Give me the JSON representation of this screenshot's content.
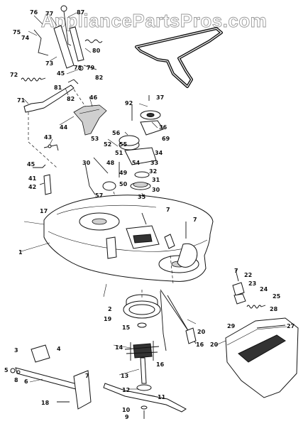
{
  "watermark": "AppliancePartsPros.com",
  "callouts": [
    {
      "id": "c76",
      "text": "76"
    },
    {
      "id": "c77",
      "text": "77"
    },
    {
      "id": "c87",
      "text": "87"
    },
    {
      "id": "c75",
      "text": "75"
    },
    {
      "id": "c74",
      "text": "74"
    },
    {
      "id": "c73",
      "text": "73"
    },
    {
      "id": "c80",
      "text": "80"
    },
    {
      "id": "c78",
      "text": "78"
    },
    {
      "id": "c79",
      "text": "79"
    },
    {
      "id": "c82a",
      "text": "82"
    },
    {
      "id": "c72",
      "text": "72"
    },
    {
      "id": "c45a",
      "text": "45"
    },
    {
      "id": "c81",
      "text": "81"
    },
    {
      "id": "c82b",
      "text": "82"
    },
    {
      "id": "c71",
      "text": "71"
    },
    {
      "id": "c46",
      "text": "46"
    },
    {
      "id": "c92",
      "text": "92"
    },
    {
      "id": "c37",
      "text": "37"
    },
    {
      "id": "c44",
      "text": "44"
    },
    {
      "id": "c36",
      "text": "36"
    },
    {
      "id": "c56",
      "text": "56"
    },
    {
      "id": "c69",
      "text": "69"
    },
    {
      "id": "c43",
      "text": "43"
    },
    {
      "id": "c53",
      "text": "53"
    },
    {
      "id": "c52",
      "text": "52"
    },
    {
      "id": "c55",
      "text": "55"
    },
    {
      "id": "c51",
      "text": "51"
    },
    {
      "id": "c34",
      "text": "34"
    },
    {
      "id": "c54",
      "text": "54"
    },
    {
      "id": "c33",
      "text": "33"
    },
    {
      "id": "c45b",
      "text": "45"
    },
    {
      "id": "c30a",
      "text": "30"
    },
    {
      "id": "c48",
      "text": "48"
    },
    {
      "id": "c32",
      "text": "32"
    },
    {
      "id": "c49",
      "text": "49"
    },
    {
      "id": "c31",
      "text": "31"
    },
    {
      "id": "c41",
      "text": "41"
    },
    {
      "id": "c42",
      "text": "42"
    },
    {
      "id": "c50",
      "text": "50"
    },
    {
      "id": "c30b",
      "text": "30"
    },
    {
      "id": "c57",
      "text": "57"
    },
    {
      "id": "c35",
      "text": "35"
    },
    {
      "id": "c7a",
      "text": "7"
    },
    {
      "id": "c17",
      "text": "17"
    },
    {
      "id": "c7b",
      "text": "7"
    },
    {
      "id": "c1",
      "text": "1"
    },
    {
      "id": "c7c",
      "text": "7"
    },
    {
      "id": "c22",
      "text": "22"
    },
    {
      "id": "c23",
      "text": "23"
    },
    {
      "id": "c24",
      "text": "24"
    },
    {
      "id": "c25",
      "text": "25"
    },
    {
      "id": "c2",
      "text": "2"
    },
    {
      "id": "c28",
      "text": "28"
    },
    {
      "id": "c19",
      "text": "19"
    },
    {
      "id": "c29",
      "text": "29"
    },
    {
      "id": "c27",
      "text": "27"
    },
    {
      "id": "c15",
      "text": "15"
    },
    {
      "id": "c20a",
      "text": "20"
    },
    {
      "id": "c16a",
      "text": "16"
    },
    {
      "id": "c20b",
      "text": "20"
    },
    {
      "id": "c14",
      "text": "14"
    },
    {
      "id": "c16b",
      "text": "16"
    },
    {
      "id": "c3",
      "text": "3"
    },
    {
      "id": "c4",
      "text": "4"
    },
    {
      "id": "c5",
      "text": "5"
    },
    {
      "id": "c6",
      "text": "6"
    },
    {
      "id": "c7d",
      "text": "7"
    },
    {
      "id": "c13",
      "text": "13"
    },
    {
      "id": "c8",
      "text": "8"
    },
    {
      "id": "c12",
      "text": "12"
    },
    {
      "id": "c11",
      "text": "11"
    },
    {
      "id": "c18",
      "text": "18"
    },
    {
      "id": "c10",
      "text": "10"
    },
    {
      "id": "c9",
      "text": "9"
    }
  ]
}
